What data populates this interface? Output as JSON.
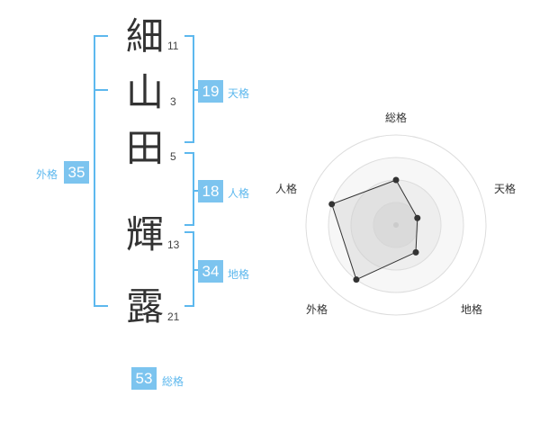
{
  "name": {
    "characters": [
      {
        "char": "細",
        "strokes": "11"
      },
      {
        "char": "山",
        "strokes": "3"
      },
      {
        "char": "田",
        "strokes": "5"
      },
      {
        "char": "輝",
        "strokes": "13"
      },
      {
        "char": "露",
        "strokes": "21"
      }
    ]
  },
  "fortunes": {
    "tenkaku": {
      "value": "19",
      "label": "天格"
    },
    "jinkaku": {
      "value": "18",
      "label": "人格"
    },
    "chikaku": {
      "value": "34",
      "label": "地格"
    },
    "gaikaku": {
      "value": "35",
      "label": "外格"
    },
    "soukaku": {
      "value": "53",
      "label": "総格"
    }
  },
  "colors": {
    "accent": "#7cc4ef",
    "accent_text": "#5db8ee",
    "bracket": "#5db8ee",
    "radar_fill": "#e6e6e6"
  },
  "chart_data": {
    "type": "radar",
    "axes": [
      "総格",
      "天格",
      "地格",
      "外格",
      "人格"
    ],
    "levels": 4,
    "max": 4,
    "values": [
      2,
      1,
      1.5,
      3,
      3
    ]
  }
}
